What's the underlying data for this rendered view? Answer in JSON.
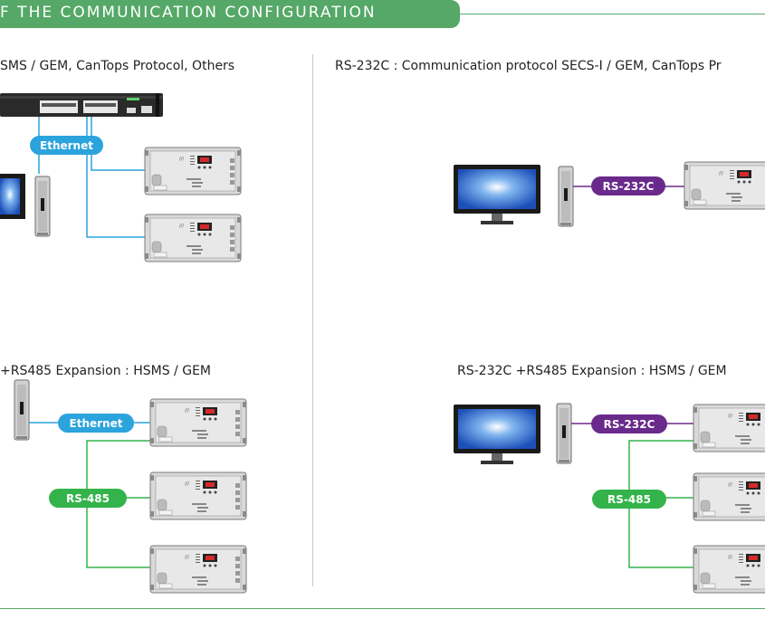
{
  "banner": {
    "title": "F THE COMMUNICATION CONFIGURATION"
  },
  "panels": {
    "top_left": {
      "heading": "SMS / GEM, CanTops Protocol, Others",
      "link": "Ethernet"
    },
    "top_right": {
      "heading": "RS-232C : Communication protocol SECS-I / GEM, CanTops Pr",
      "link": "RS-232C"
    },
    "bottom_left": {
      "heading": "+RS485 Expansion : HSMS / GEM",
      "link": "Ethernet",
      "bus": "RS-485"
    },
    "bottom_right": {
      "heading": "RS-232C +RS485 Expansion : HSMS / GEM",
      "link": "RS-232C",
      "bus": "RS-485"
    }
  },
  "colors": {
    "banner": "#55a867",
    "ethernet": "#2ba3dc",
    "rs232c": "#6a2a8c",
    "rs485": "#33b34a"
  },
  "icons": [
    "network-switch-icon",
    "monitor-icon",
    "pc-tower-icon",
    "controller-device-icon"
  ]
}
